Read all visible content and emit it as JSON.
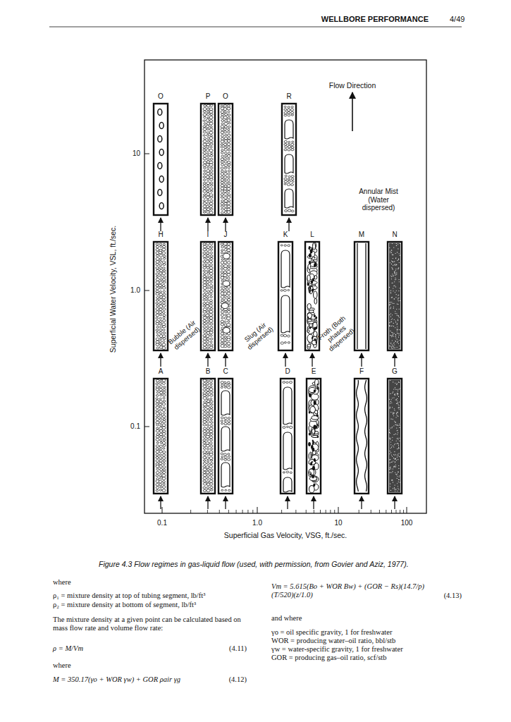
{
  "diagram": {
    "caption": "Figure 4.3 Flow regimes in gas-liquid flow (used, with permission, from Govier and Aziz, 1977).",
    "labels": [
      "WELLBORE PERFORMANCE",
      "4/49",
      "O",
      "P",
      "O",
      "R",
      "Flow Direction",
      "10",
      "Annular Mist (Water dispersed)",
      "Superficial Water Velocity, VSL, ft./sec.",
      "H",
      "I",
      "J",
      "K",
      "L",
      "M",
      "N",
      "1.0",
      "Bubble (Air dispersed)",
      "Slug (Air dispersed)",
      "Froth (Both phases dispersed)",
      "A",
      "B",
      "C",
      "D",
      "E",
      "F",
      "G",
      "0.1",
      "0.1",
      "1.0",
      "10",
      "100",
      "Superficial Gas Velocity, VSG, ft./sec.",
      "where",
      "ρ₁ = mixture density at top of tubing segment, lb/ft³",
      "ρ₂ = mixture density at bottom of segment, lb/ft³",
      "The mixture density at a given point can be calculated based on mass flow rate and volume flow rate:",
      "ρ = M/Vm",
      "(4.11)",
      "where",
      "M = 350.17(γo + WOR γw) + GOR ρair γg",
      "(4.12)",
      "Vm = 5.615(Bo + WOR Bw) + (GOR − Rs)(14.7/p)(T/520)(z/1.0)",
      "(4.13)",
      "and where",
      "γo = oil specific gravity, 1 for freshwater",
      "WOR = producing water–oil ratio, bbl/stb",
      "γw = water-specific gravity, 1 for freshwater",
      "GOR = producing gas–oil ratio, scf/stb"
    ]
  }
}
